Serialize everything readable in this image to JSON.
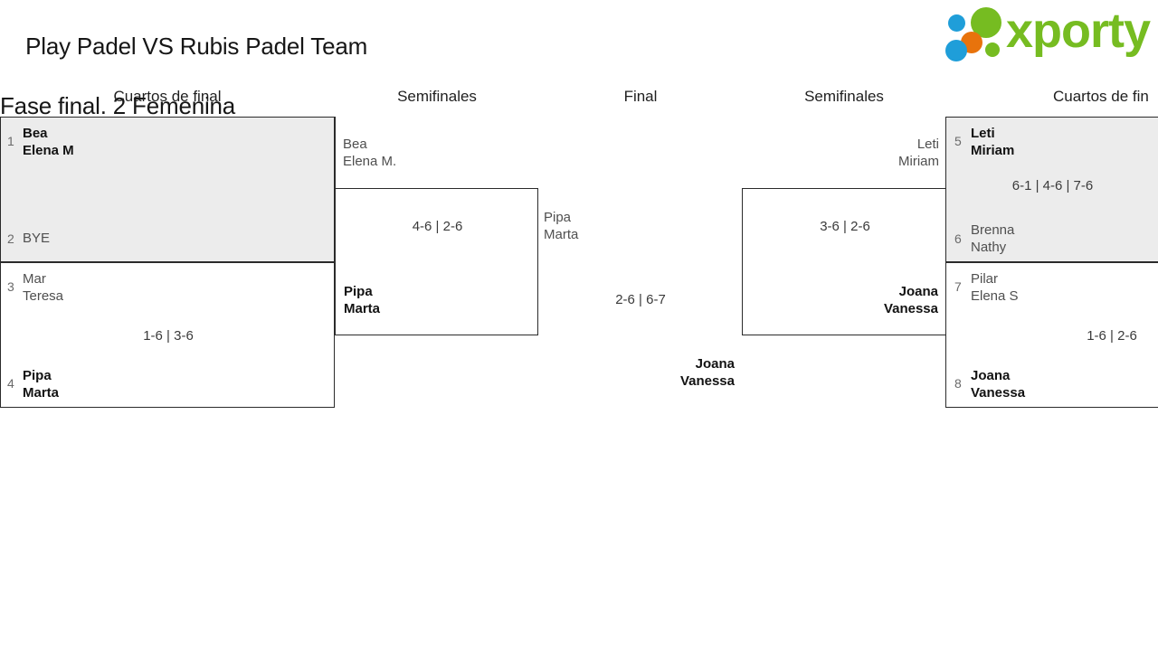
{
  "header": {
    "title_line1": "Play Padel VS Rubis Padel Team",
    "title_line2": "Fase final. 2 Femenina",
    "logo_text": "xporty",
    "logo_colors": {
      "green": "#76bc21",
      "blue": "#1f9ed9",
      "orange": "#e8730c"
    }
  },
  "rounds": {
    "left_quarters": "Cuartos de final",
    "left_semis": "Semifinales",
    "final": "Final",
    "right_semis": "Semifinales",
    "right_quarters": "Cuartos de fin"
  },
  "left_quarterfinals": [
    {
      "score": "",
      "shaded": true,
      "teams": [
        {
          "seed": "1",
          "p1": "Bea",
          "p2": "Elena M",
          "result": "winner"
        },
        {
          "seed": "2",
          "p1": "BYE",
          "p2": "",
          "result": "loser"
        }
      ]
    },
    {
      "score": "1-6 | 3-6",
      "shaded": false,
      "teams": [
        {
          "seed": "3",
          "p1": "Mar",
          "p2": "Teresa",
          "result": "loser"
        },
        {
          "seed": "4",
          "p1": "Pipa",
          "p2": "Marta",
          "result": "winner"
        }
      ]
    }
  ],
  "left_semifinal": {
    "score": "4-6 | 2-6",
    "teams": [
      {
        "p1": "Bea",
        "p2": "Elena M.",
        "result": "loser"
      },
      {
        "p1": "Pipa",
        "p2": "Marta",
        "result": "winner"
      }
    ]
  },
  "final": {
    "score": "2-6 | 6-7",
    "teams": [
      {
        "p1": "Pipa",
        "p2": "Marta",
        "result": "loser"
      },
      {
        "p1": "Joana",
        "p2": "Vanessa",
        "result": "winner"
      }
    ]
  },
  "right_semifinal": {
    "score": "3-6 | 2-6",
    "teams": [
      {
        "p1": "Leti",
        "p2": "Miriam",
        "result": "loser"
      },
      {
        "p1": "Joana",
        "p2": "Vanessa",
        "result": "winner"
      }
    ]
  },
  "right_quarterfinals": [
    {
      "score": "6-1 | 4-6 | 7-6",
      "shaded": true,
      "teams": [
        {
          "seed": "5",
          "p1": "Leti",
          "p2": "Miriam",
          "result": "winner"
        },
        {
          "seed": "6",
          "p1": "Brenna",
          "p2": "Nathy",
          "result": "loser"
        }
      ]
    },
    {
      "score": "1-6 | 2-6",
      "shaded": false,
      "teams": [
        {
          "seed": "7",
          "p1": "Pilar",
          "p2": "Elena S",
          "result": "loser"
        },
        {
          "seed": "8",
          "p1": "Joana",
          "p2": "Vanessa",
          "result": "winner"
        }
      ]
    }
  ]
}
